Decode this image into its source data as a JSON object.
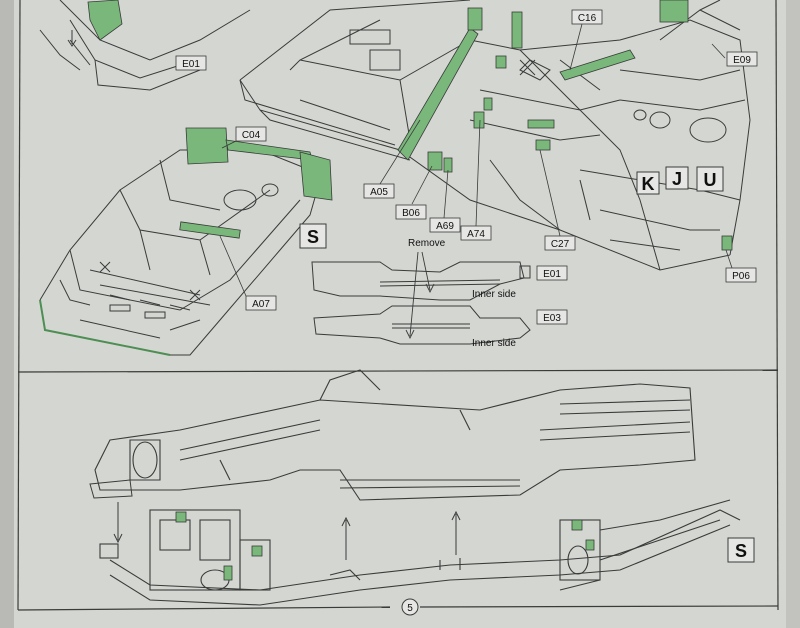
{
  "colors": {
    "paper": "#d4d6d2",
    "line": "#3a3c3a",
    "part_green": "#79b87a",
    "part_green_dark": "#4d8e52"
  },
  "labels": {
    "e01_top": "E01",
    "c16": "C16",
    "e09": "E09",
    "c04": "C04",
    "a05": "A05",
    "b06": "B06",
    "a69": "A69",
    "a74": "A74",
    "c27": "C27",
    "a07": "A07",
    "p06": "P06",
    "e01_side": "E01",
    "e03": "E03"
  },
  "big_letters": {
    "k": "K",
    "j": "J",
    "u": "U",
    "s_top": "S",
    "s_bottom": "S"
  },
  "notes": {
    "remove": "Remove",
    "inner_side_1": "Inner side",
    "inner_side_2": "Inner side"
  },
  "page_number": "5"
}
